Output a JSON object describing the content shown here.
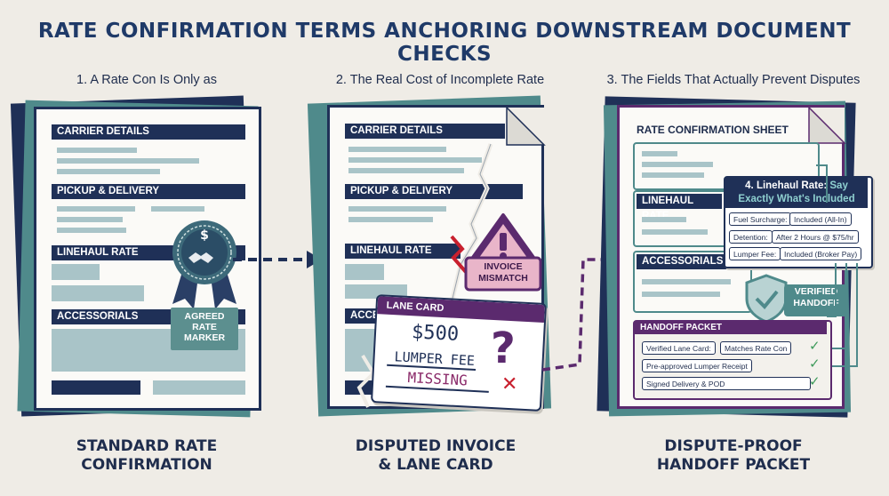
{
  "title": "RATE CONFIRMATION TERMS ANCHORING DOWNSTREAM DOCUMENT CHECKS",
  "steps": [
    {
      "heading": "1. A Rate Con Is Only as",
      "caption_line1": "STANDARD RATE",
      "caption_line2": "CONFIRMATION"
    },
    {
      "heading": "2. The Real Cost of Incomplete Rate",
      "caption_line1": "DISPUTED INVOICE",
      "caption_line2": "& LANE CARD"
    },
    {
      "heading": "3. The Fields That Actually Prevent Disputes",
      "caption_line1": "DISPUTE-PROOF",
      "caption_line2": "HANDOFF PACKET"
    }
  ],
  "doc1": {
    "carrier": "CARRIER DETAILS",
    "pickup": "PICKUP & DELIVERY",
    "linehaul": "LINEHAUL RATE",
    "accessorials": "ACCESSORIALS",
    "badge_line1": "AGREED",
    "badge_line2": "RATE",
    "badge_line3": "MARKER",
    "badge_symbol": "$"
  },
  "doc2": {
    "carrier": "CARRIER DETAILS",
    "pickup": "PICKUP & DELIVERY",
    "linehaul": "LINEHAUL RATE",
    "accessorials": "ACCESSO",
    "warning_line1": "INVOICE",
    "warning_line2": "MISMATCH",
    "lane_card_title": "LANE CARD",
    "lane_amount": "$500",
    "lane_fee": "LUMPER FEE",
    "lane_missing": "MISSING",
    "question": "?",
    "x_mark": "✕"
  },
  "doc3": {
    "sheet_title": "RATE CONFIRMATION SHEET",
    "linehaul": "LINEHAUL RATE",
    "accessorials": "ACCESSORIALS",
    "callout_prefix": "4. Linehaul Rate: ",
    "callout_say": "Say",
    "callout_line2": "Exactly What's Included",
    "fields": [
      {
        "label": "Fuel Surcharge:",
        "value": "Included (All-In)"
      },
      {
        "label": "Detention:",
        "value": "After 2 Hours @ $75/hr"
      },
      {
        "label": "Lumper Fee:",
        "value": "Included (Broker Pay)"
      }
    ],
    "verified_line1": "VERIFIED",
    "verified_line2": "HANDOFF",
    "handoff_title": "HANDOFF PACKET",
    "handoff_items": [
      {
        "label": "Verified Lane Card:",
        "value": "Matches Rate Con"
      },
      {
        "label": "Pre-approved Lumper Receipt",
        "value": ""
      },
      {
        "label": "Signed Delivery & POD",
        "value": ""
      }
    ],
    "check": "✓"
  },
  "colors": {
    "navy": "#1f3057",
    "teal": "#4f8a8b",
    "light_teal": "#a9c4c8",
    "purple": "#5b2a6e",
    "red": "#c8202e",
    "green": "#3f9b5b"
  }
}
